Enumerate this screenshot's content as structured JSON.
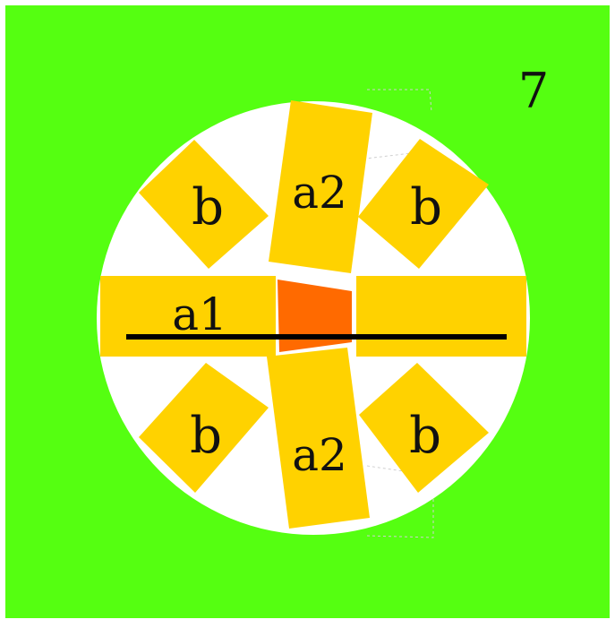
{
  "puzzle_number": "7",
  "labels": {
    "a1": "a1",
    "a2_top": "a2",
    "a2_bottom": "a2",
    "b_top_left": "b",
    "b_top_right": "b",
    "b_bottom_left": "b",
    "b_bottom_right": "b"
  },
  "colors": {
    "background": "#55ff11",
    "circle": "#ffffff",
    "pieces": "#ffd200",
    "center": "#ff6a00",
    "line": "#000000",
    "text": "#111111"
  }
}
